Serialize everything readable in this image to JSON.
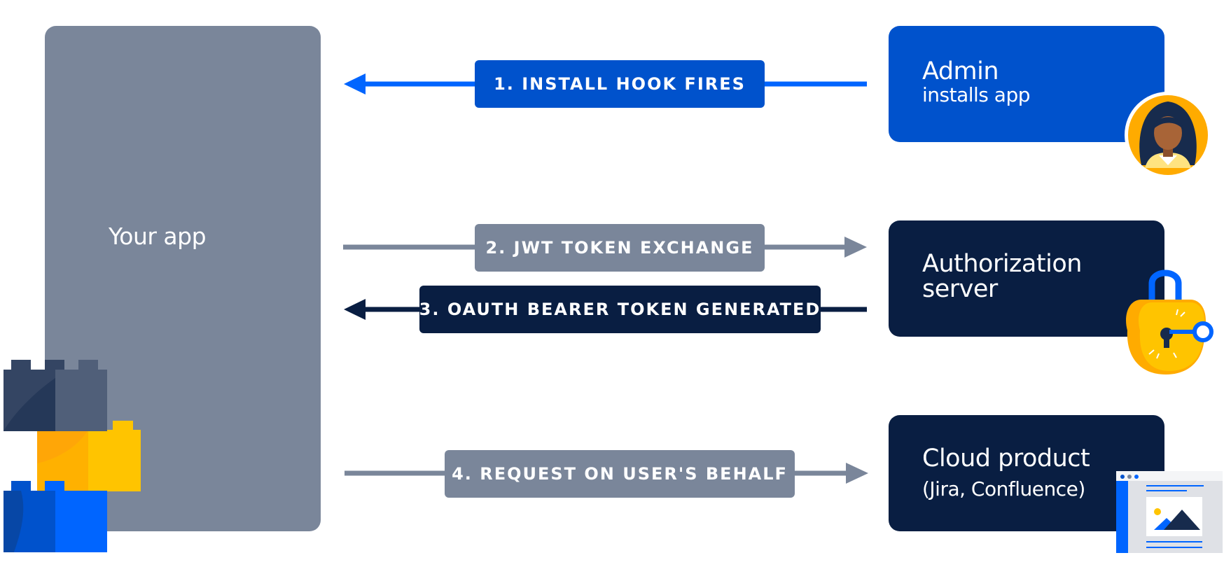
{
  "app": {
    "label": "Your app"
  },
  "nodes": {
    "admin": {
      "title": "Admin",
      "subtitle": "installs app"
    },
    "auth": {
      "title_line1": "Authorization",
      "title_line2": "server"
    },
    "cloud": {
      "title": "Cloud product",
      "subtitle": "(Jira, Confluence)"
    }
  },
  "steps": [
    {
      "label": "1. INSTALL HOOK FIRES",
      "direction": "to-app",
      "color": "#0065ff"
    },
    {
      "label": "2. JWT TOKEN EXCHANGE",
      "direction": "to-auth-server",
      "color": "#7a869a"
    },
    {
      "label": "3. OAUTH BEARER TOKEN GENERATED",
      "direction": "to-app",
      "color": "#091e42"
    },
    {
      "label": "4. REQUEST ON USER'S BEHALF",
      "direction": "to-cloud-product",
      "color": "#7a869a"
    }
  ],
  "colors": {
    "blue": "#0052cc",
    "bright_blue": "#0065ff",
    "grey": "#7a869a",
    "navy": "#091e42",
    "yellow": "#ffc400",
    "orange": "#ffab00"
  },
  "icons": [
    "admin-avatar-icon",
    "padlock-key-icon",
    "browser-window-icon",
    "building-blocks-icon"
  ]
}
